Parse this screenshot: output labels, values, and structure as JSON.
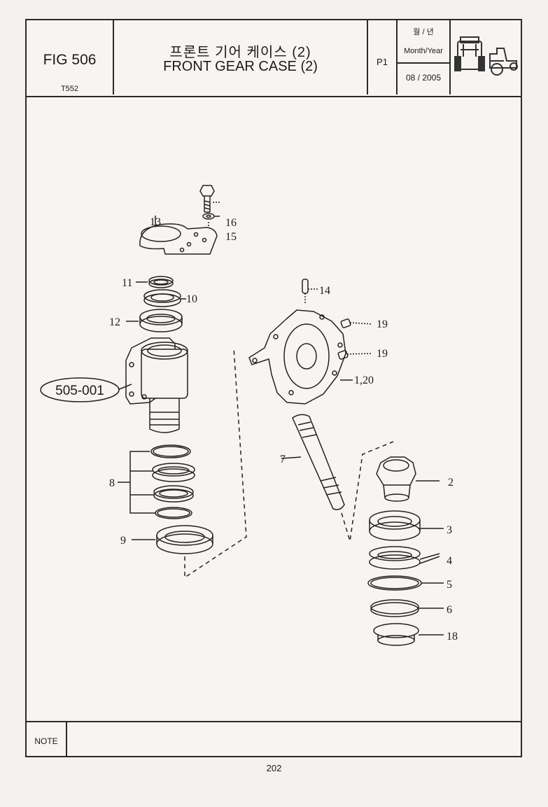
{
  "header": {
    "fig_number": "FIG 506",
    "model": "T552",
    "title_korean": "프론트 기어 케이스 (2)",
    "title_english": "FRONT GEAR CASE (2)",
    "page_tag": "P1",
    "date_label_korean": "월 / 년",
    "date_label_english": "Month/Year",
    "date_value": "08 / 2005",
    "logo_icon": "tractor-icon"
  },
  "diagram": {
    "subassembly_ref": "505-001",
    "callouts": {
      "c1_20": "1,20",
      "c2": "2",
      "c3": "3",
      "c4": "4",
      "c5": "5",
      "c6": "6",
      "c7": "7",
      "c8": "8",
      "c9": "9",
      "c10": "10",
      "c11": "11",
      "c12": "12",
      "c13": "13",
      "c14": "14",
      "c15": "15",
      "c16": "16",
      "c18": "18",
      "c19a": "19",
      "c19b": "19"
    }
  },
  "footer": {
    "note_label": "NOTE",
    "note_text": "",
    "page_number": "202"
  }
}
